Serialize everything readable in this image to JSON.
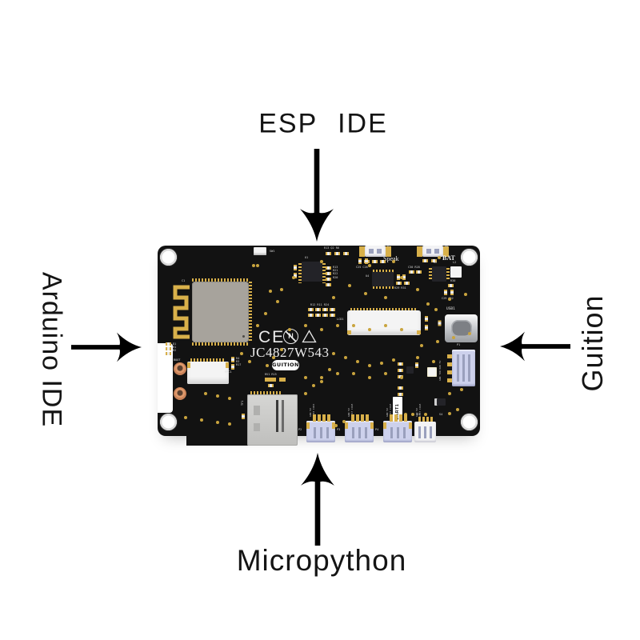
{
  "annotations": {
    "top_label": "ESP IDE",
    "left_label": "Arduino IDE",
    "right_label": "Guition",
    "bottom_label": "Micropython",
    "arrow_color": "#000000"
  },
  "board": {
    "marks": {
      "ce": "CE",
      "n": "N",
      "model": "JC4827W543",
      "logo": "GUITION"
    },
    "refs": {
      "c1": "C1",
      "sw1": "SW1",
      "u1": "U1",
      "u2": "U2",
      "u4": "U4",
      "l2": "L2",
      "p7": "P7",
      "speak": "Speak",
      "p6": "P6",
      "bat": "BAT",
      "lcd1": "LCD1",
      "usb1": "USB1",
      "p1": "P1",
      "uart1": "UART1",
      "tf1": "TF1",
      "fpc1": "FPC1",
      "boot": "BOOT",
      "p2": "P2",
      "p3": "P3",
      "p4": "P4",
      "p5": "P5",
      "r_top": "R13 Q2 R6",
      "u1_res": "R13 R21 R22 R20",
      "mid_res": "R12 R11 R24",
      "c30r28": "C30 R28",
      "c25c26": "C25 C26",
      "r30": "R30",
      "c29c32": "C29 C32",
      "r29r31": "R29 R31",
      "fpc_res": "R4 R3 R17",
      "left_parts": "D1 R1 R2",
      "rv1": "RV1 R15",
      "s2": "S2",
      "s3": "S3",
      "s4": "S4"
    },
    "pins": {
      "p1": "GND TXD RXD 5V",
      "p2": "GND 5V IO43 IO44",
      "p3": "GND 5V IO17 IO18",
      "p4": "GND 5V IO17 IO18",
      "p5": "GND 5V IO17 IO18"
    },
    "colors": {
      "pcb": "#121212",
      "gold": "#d8b04a",
      "shield": "#a7a39c"
    }
  }
}
